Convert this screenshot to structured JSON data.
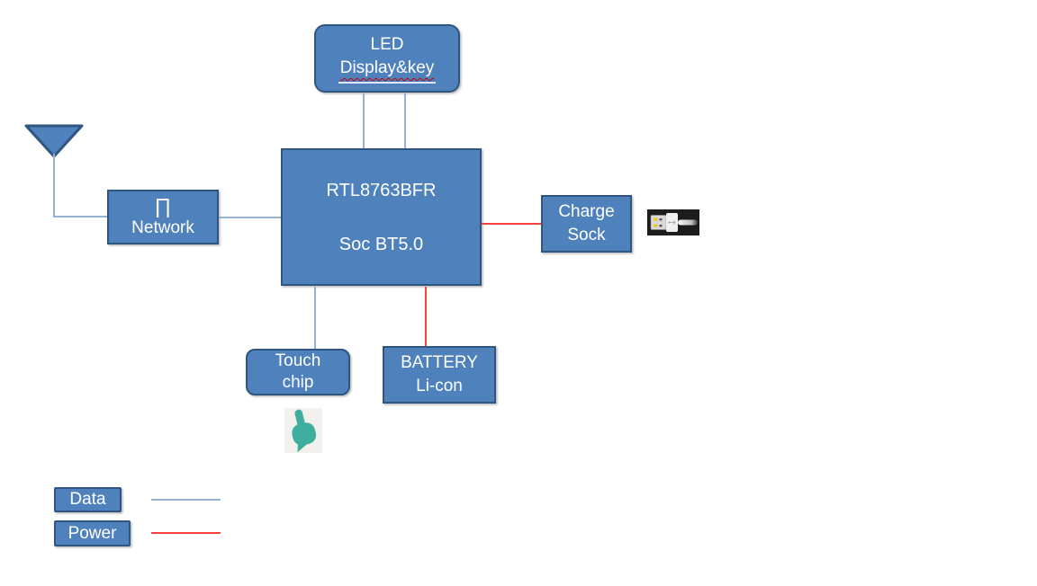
{
  "diagram": {
    "nodes": {
      "led": {
        "line1": "LED",
        "line2": "Display&key"
      },
      "soc": {
        "line1": "RTL8763BFR",
        "line2": "Soc BT5.0"
      },
      "pi_network": {
        "line1": "∏",
        "line2": "Network"
      },
      "charge_sock": {
        "line1": "Charge",
        "line2": "Sock"
      },
      "touch_chip": {
        "line1": "Touch",
        "line2": "chip"
      },
      "battery": {
        "line1": "BATTERY",
        "line2": "Li-con"
      }
    },
    "legend": {
      "data_label": "Data",
      "power_label": "Power"
    },
    "icons": {
      "antenna": "antenna-icon",
      "usb_plug": "usb-plug-icon",
      "touch_hand": "touch-hand-icon"
    }
  },
  "colors": {
    "box_fill": "#4f81bd",
    "box_border": "#2f5680",
    "data_line": "#95b3d7",
    "power_line": "#ff4040",
    "text": "#ffffff",
    "hand_teal": "#3fae9e",
    "usb_bg": "#1c1c1c",
    "usb_contact": "#e6c832",
    "spell_underline": "#c00000",
    "canvas_bg": "#ffffff"
  }
}
